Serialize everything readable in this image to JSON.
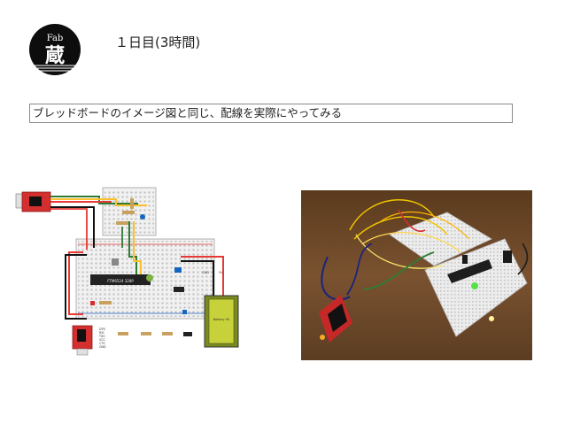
{
  "logo": {
    "top_text": "Fab",
    "kanji": "蔵"
  },
  "slide": {
    "title": "１日目(3時間)",
    "description": "ブレッドボードのイメージ図と同じ、配線を実際にやってみる"
  },
  "diagram": {
    "chip_label": "FTM6524 328P",
    "pin_labels": [
      "DTR",
      "RXI",
      "TXO",
      "VCC",
      "CTS",
      "GND"
    ],
    "battery_text": "Battery 9V",
    "small_labels": [
      "GND",
      "9V"
    ]
  }
}
